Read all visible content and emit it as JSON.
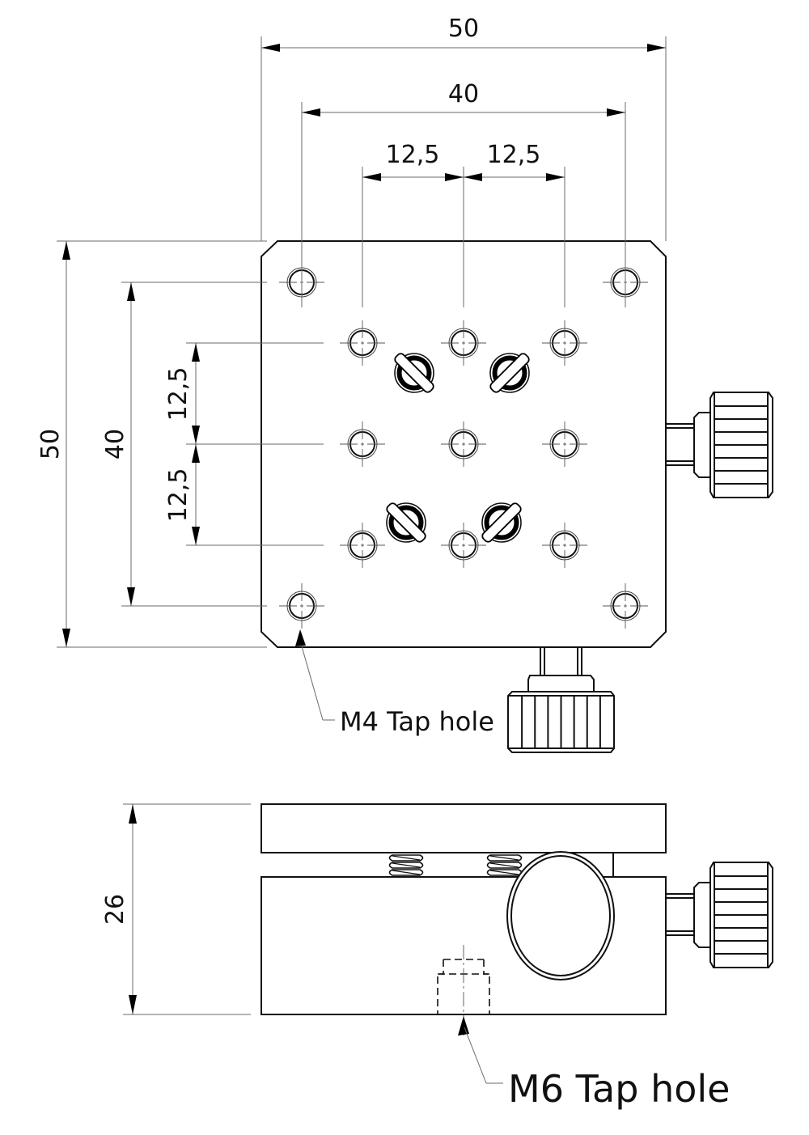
{
  "drawing": {
    "title": "Manual XY translation stage – top and side view",
    "units": "mm",
    "top_view": {
      "width_overall": "50",
      "width_mounting": "40",
      "hole_pitch_x_left": "12,5",
      "hole_pitch_x_right": "12,5",
      "height_overall": "50",
      "height_mounting": "40",
      "hole_pitch_y_upper": "12,5",
      "hole_pitch_y_lower": "12,5",
      "hole_grid": {
        "columns": 3,
        "rows": 3,
        "pitch_mm": 12.5
      },
      "corner_holes": {
        "count": 4,
        "spacing_mm": 40
      },
      "adjuster_screws": 4,
      "callout": "M4 Tap hole"
    },
    "side_view": {
      "height_overall": "26",
      "springs": 2,
      "callout": "M6 Tap hole"
    },
    "micrometer_knobs": 2
  }
}
